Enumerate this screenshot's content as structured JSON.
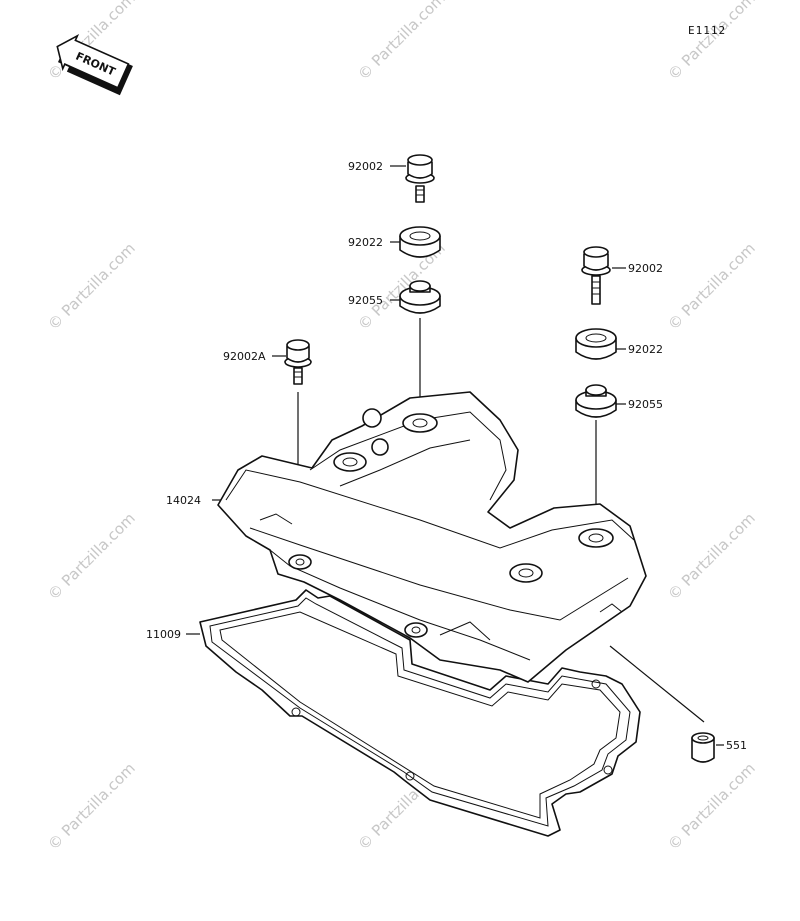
{
  "diagram_code": "E1112",
  "front_label": "FRONT",
  "watermark_text": "© Partzilla.com",
  "parts": [
    {
      "id": "p-92002-top",
      "number": "92002"
    },
    {
      "id": "p-92022-top",
      "number": "92022"
    },
    {
      "id": "p-92055-top",
      "number": "92055"
    },
    {
      "id": "p-92002-right",
      "number": "92002"
    },
    {
      "id": "p-92022-right",
      "number": "92022"
    },
    {
      "id": "p-92055-right",
      "number": "92055"
    },
    {
      "id": "p-92002A",
      "number": "92002A"
    },
    {
      "id": "p-14024",
      "number": "14024"
    },
    {
      "id": "p-11009",
      "number": "11009"
    },
    {
      "id": "p-551",
      "number": "551"
    }
  ],
  "colors": {
    "line": "#111111",
    "watermark": "#c7c7c7",
    "background": "#ffffff"
  }
}
